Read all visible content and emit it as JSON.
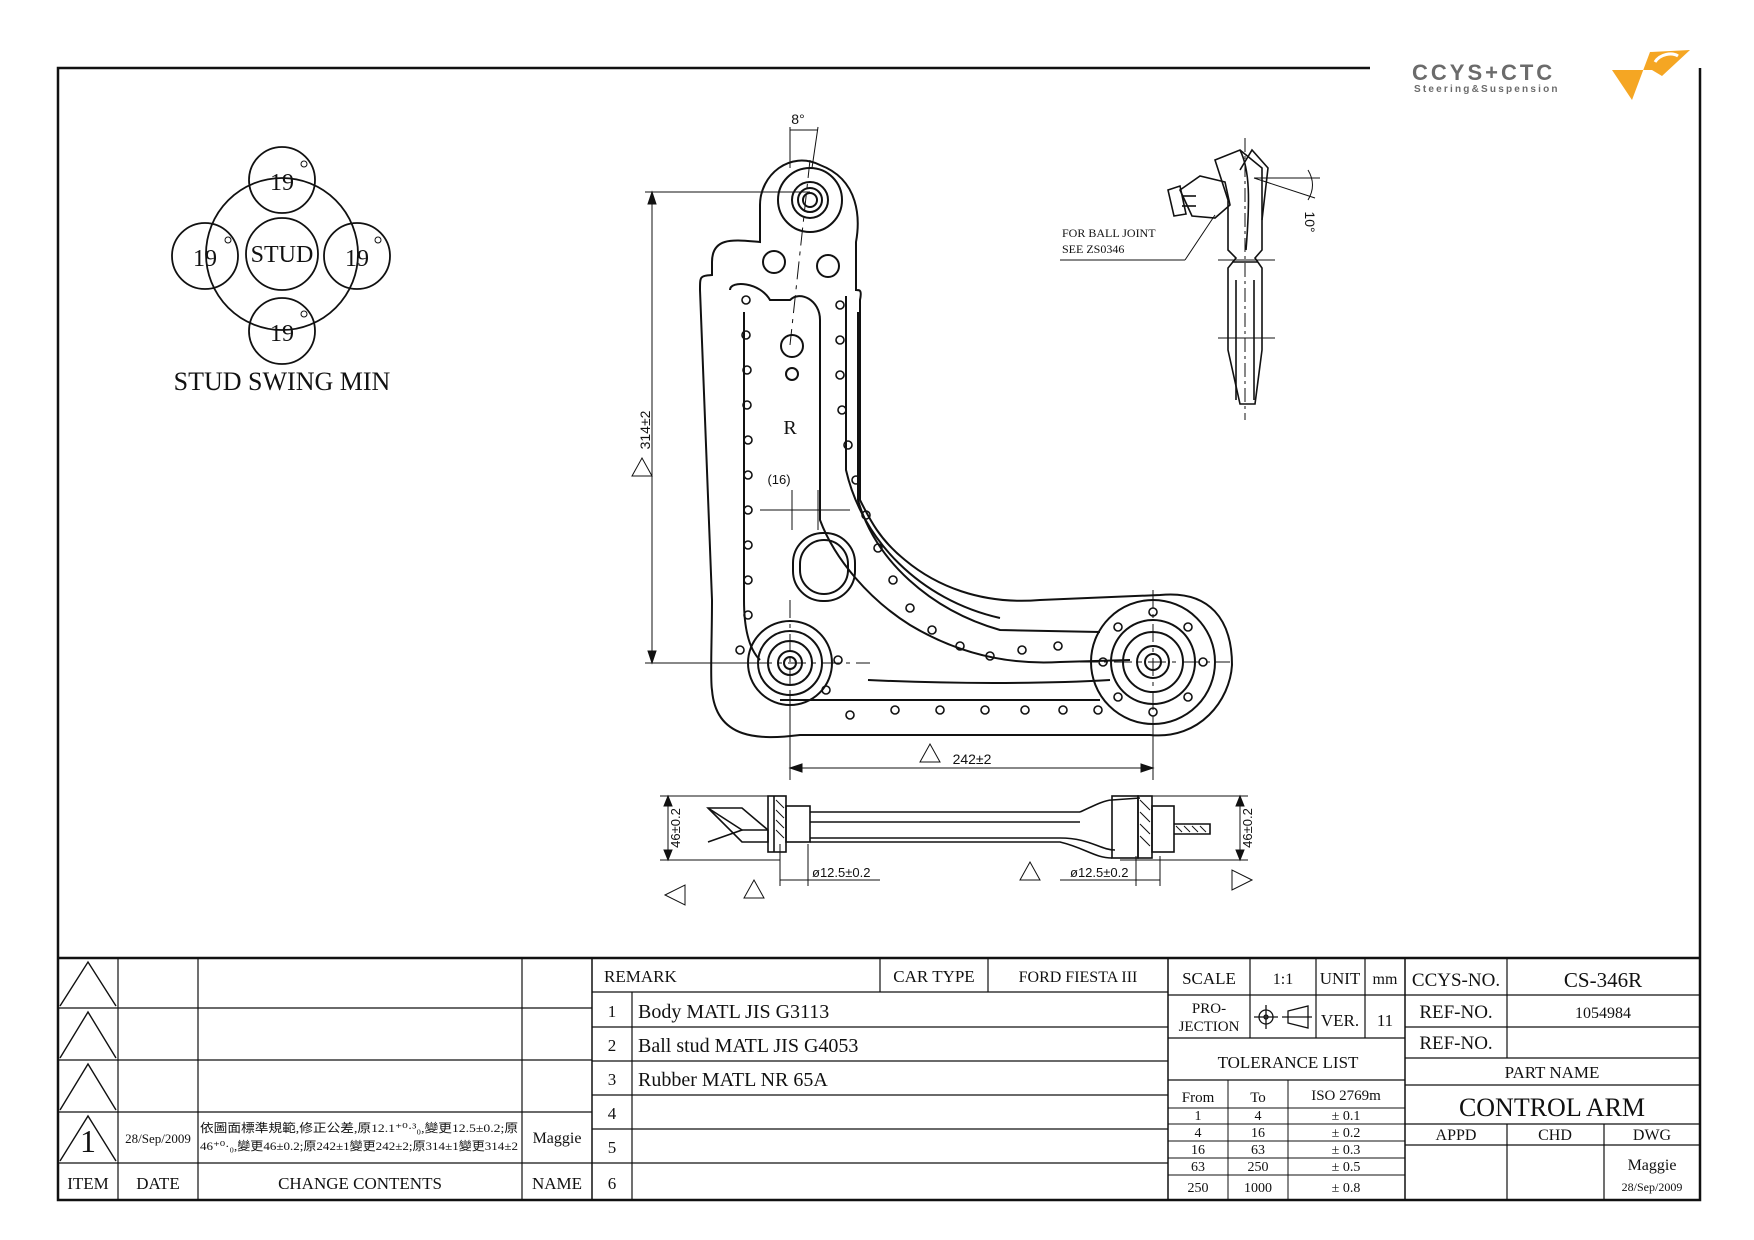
{
  "logo": {
    "brand": "CCYS+CTC",
    "tagline": "Steering&Suspension",
    "accent": "#f5a623",
    "grey": "#6b6b6b"
  },
  "swing": {
    "center": "STUD",
    "values": [
      "19",
      "19",
      "19",
      "19"
    ],
    "title": "STUD SWING MIN"
  },
  "dims": {
    "angle_top": "8°",
    "height": "314±2",
    "letter_r": "R",
    "width16": "(16)",
    "span": "242±2",
    "thk_left": "46±0.2",
    "thk_right": "46±0.2",
    "dia_left": "ø12.5±0.2",
    "dia_right": "ø12.5±0.2",
    "angle_ball": "10°"
  },
  "ball_joint_note": [
    "FOR BALL JOINT",
    "SEE ZS0346"
  ],
  "revisions": {
    "item": "1",
    "date": "28/Sep/2009",
    "change": [
      "依圖面標準規範,修正公差,原12.1⁺⁰·³₀,變更12.5±0.2;原",
      "46⁺⁰·₀,變更46±0.2;原242±1變更242±2;原314±1變更314±2"
    ],
    "name": "Maggie",
    "headers": {
      "item": "ITEM",
      "date": "DATE",
      "change": "CHANGE CONTENTS",
      "name": "NAME"
    }
  },
  "remarks": {
    "label": "REMARK",
    "car_type_label": "CAR TYPE",
    "car_type": "FORD FIESTA III",
    "rows": [
      {
        "n": "1",
        "text": "Body MATL JIS G3113"
      },
      {
        "n": "2",
        "text": "Ball stud MATL JIS G4053"
      },
      {
        "n": "3",
        "text": "Rubber MATL NR 65A"
      },
      {
        "n": "4",
        "text": ""
      },
      {
        "n": "5",
        "text": ""
      },
      {
        "n": "6",
        "text": ""
      }
    ]
  },
  "specs": {
    "scale_label": "SCALE",
    "scale": "1:1",
    "unit_label": "UNIT",
    "unit": "mm",
    "proj_label_1": "PRO-",
    "proj_label_2": "JECTION",
    "ver_label": "VER.",
    "ver": "11",
    "tol_title": "TOLERANCE LIST",
    "tol_headers": [
      "From",
      "To",
      "ISO 2769m"
    ],
    "tol_rows": [
      [
        "1",
        "4",
        "± 0.1"
      ],
      [
        "4",
        "16",
        "± 0.2"
      ],
      [
        "16",
        "63",
        "± 0.3"
      ],
      [
        "63",
        "250",
        "± 0.5"
      ],
      [
        "250",
        "1000",
        "± 0.8"
      ]
    ]
  },
  "title_block": {
    "ccys_label": "CCYS-NO.",
    "ccys_no": "CS-346R",
    "ref_label": "REF-NO.",
    "ref_no": "1054984",
    "ref_label2": "REF-NO.",
    "ref_no2": "",
    "part_label": "PART NAME",
    "part_name": "CONTROL ARM",
    "appd": "APPD",
    "chd": "CHD",
    "dwg": "DWG",
    "dwg_name": "Maggie",
    "dwg_date": "28/Sep/2009"
  }
}
